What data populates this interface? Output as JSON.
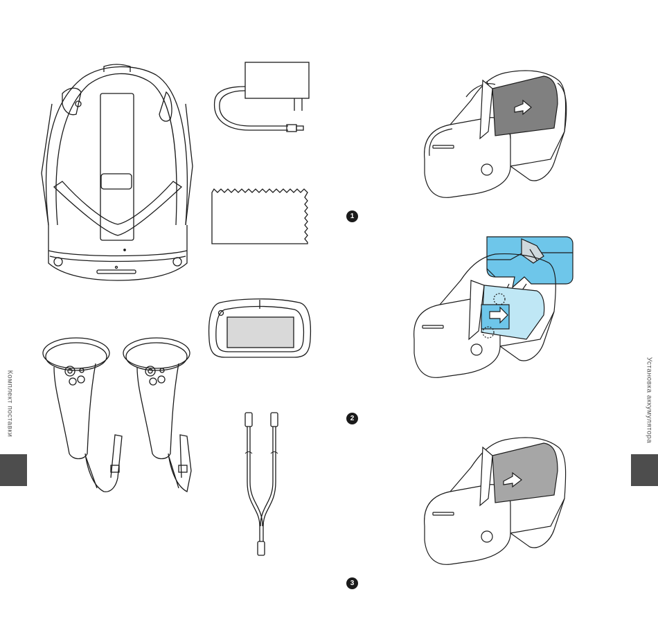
{
  "left_page": {
    "side_label": "Комплект поставки",
    "items": [
      {
        "icon": "headset-top-view-icon"
      },
      {
        "icon": "power-adapter-icon"
      },
      {
        "icon": "cleaning-cloth-icon"
      },
      {
        "icon": "glasses-spacer-icon"
      },
      {
        "icon": "controllers-with-straps-icon"
      },
      {
        "icon": "usb-c-splitter-cable-icon"
      }
    ]
  },
  "right_page": {
    "side_label": "Установка аккумулятора",
    "steps": [
      {
        "number": "1",
        "icon": "remove-battery-cover-icon"
      },
      {
        "number": "2",
        "icon": "insert-battery-icon"
      },
      {
        "number": "3",
        "icon": "close-battery-cover-icon"
      }
    ]
  },
  "colors": {
    "tab": "#4d4d4d",
    "accent": "#6ec6ea",
    "line": "#1a1a1a"
  }
}
